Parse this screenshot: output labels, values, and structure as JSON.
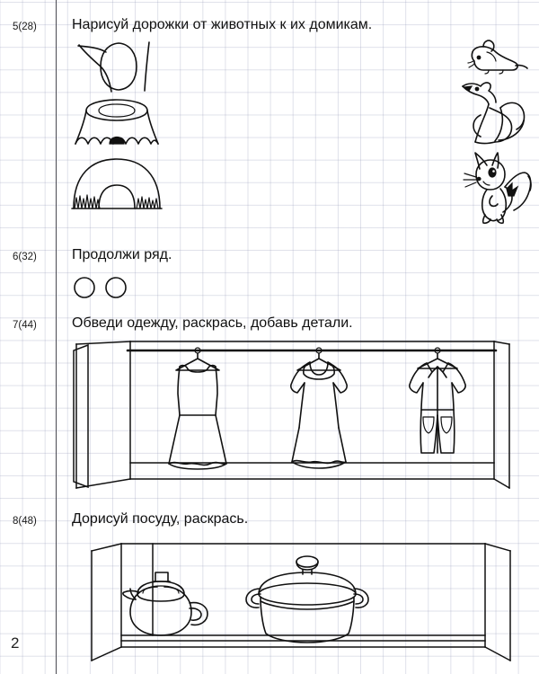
{
  "page": {
    "number": "2",
    "paper": "grid-exercise-book",
    "ink_color": "#111111",
    "grid_color": "#969bb9",
    "margin_line_color": "#4a4a52"
  },
  "tasks": [
    {
      "id": "task-5",
      "number": "5(28)",
      "instruction": "Нарисуй дорожки от животных к их домикам.",
      "left_column": {
        "label": "homes",
        "items": [
          {
            "name": "tree-hollow",
            "label": "дупло"
          },
          {
            "name": "tree-stump-with-hole",
            "label": "пенёк с норкой"
          },
          {
            "name": "burrow-mound",
            "label": "нора"
          }
        ]
      },
      "right_column": {
        "label": "animals",
        "items": [
          {
            "name": "mouse",
            "label": "мышь"
          },
          {
            "name": "fox",
            "label": "лиса"
          },
          {
            "name": "squirrel",
            "label": "белка"
          }
        ]
      }
    },
    {
      "id": "task-6",
      "number": "6(32)",
      "instruction": "Продолжи ряд.",
      "pattern": {
        "name": "circle-row",
        "shape": "circle",
        "count": 2
      }
    },
    {
      "id": "task-7",
      "number": "7(44)",
      "instruction": "Обведи одежду, раскрась, добавь детали.",
      "scene": {
        "name": "wardrobe-shelf",
        "items": [
          {
            "name": "sleeveless-dress",
            "label": "сарафан"
          },
          {
            "name": "collared-dress",
            "label": "платье"
          },
          {
            "name": "jumpsuit",
            "label": "комбинезон"
          }
        ]
      }
    },
    {
      "id": "task-8",
      "number": "8(48)",
      "instruction": "Дорисуй посуду, раскрась.",
      "scene": {
        "name": "kitchen-shelf",
        "items": [
          {
            "name": "teapot",
            "label": "чайник"
          },
          {
            "name": "cooking-pot",
            "label": "кастрюля"
          }
        ]
      }
    }
  ]
}
